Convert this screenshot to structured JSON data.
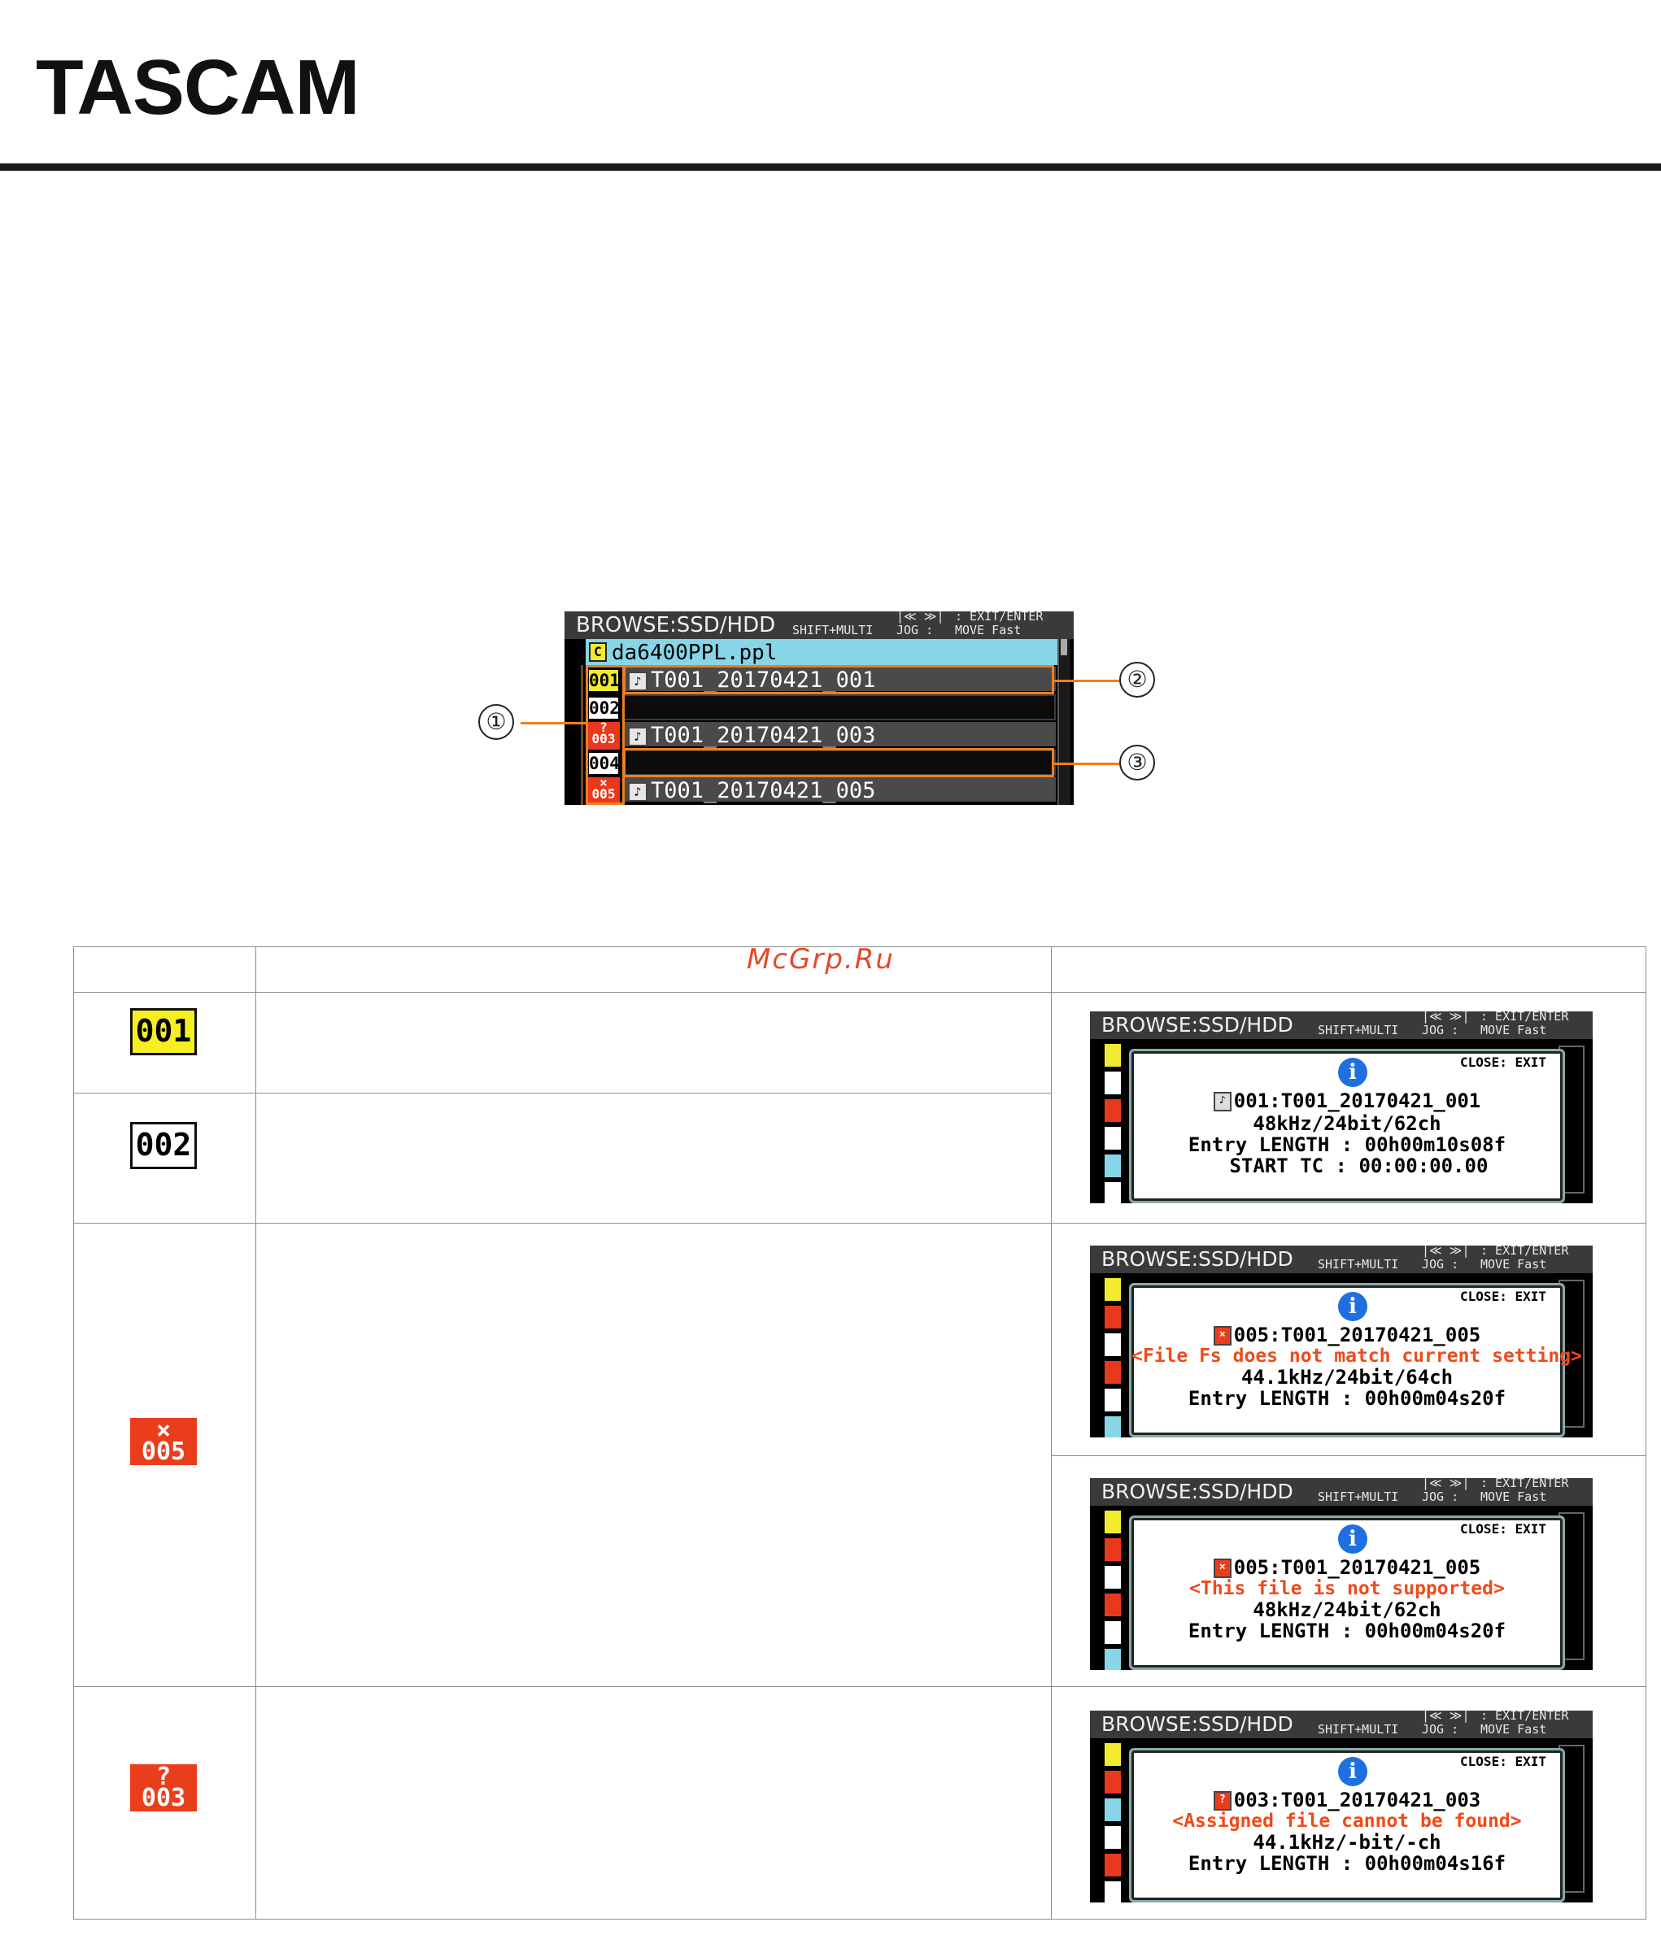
{
  "brand": {
    "logo": "TASCAM"
  },
  "watermark": "McGrp.Ru",
  "browse": {
    "title": "BROWSE:SSD/HDD",
    "shift": "SHIFT+MULTI",
    "nav": "|≪ ≫|",
    "jog": "JOG :",
    "exit": ": EXIT/ENTER",
    "move": "MOVE Fast",
    "folder_badge": "C",
    "folder": "da6400PPL.ppl",
    "entries": [
      {
        "num": "001",
        "name": "T001_20170421_001"
      },
      {
        "num": "002",
        "name": ""
      },
      {
        "num": "?\n003",
        "name": "T001_20170421_003"
      },
      {
        "num": "004",
        "name": ""
      },
      {
        "num": "×\n005",
        "name": "T001_20170421_005"
      }
    ],
    "note_glyph": "♪"
  },
  "callouts": [
    "①",
    "②",
    "③"
  ],
  "table": {
    "icons": [
      "001",
      "002",
      "×\n005",
      "?\n003"
    ]
  },
  "dialogs": [
    {
      "close": "CLOSE: EXIT",
      "lines": [
        "001:T001_20170421_001",
        "48kHz/24bit/62ch",
        "Entry LENGTH : 00h00m10s08f",
        "  START TC : 00:00:00.00"
      ],
      "error": ""
    },
    {
      "close": "CLOSE: EXIT",
      "lines": [
        "005:T001_20170421_005",
        "44.1kHz/24bit/64ch",
        "Entry LENGTH : 00h00m04s20f"
      ],
      "error": "<File Fs does not match current setting>"
    },
    {
      "close": "CLOSE: EXIT",
      "lines": [
        "005:T001_20170421_005",
        "48kHz/24bit/62ch",
        "Entry LENGTH : 00h00m04s20f"
      ],
      "error": "<This file is not supported>"
    },
    {
      "close": "CLOSE: EXIT",
      "lines": [
        "003:T001_20170421_003",
        "44.1kHz/-bit/-ch",
        "Entry LENGTH : 00h00m04s16f"
      ],
      "error": "<Assigned file cannot be found>"
    }
  ],
  "dialog_info_glyph": "i",
  "dialog_file_glyph": "♪",
  "dialog_bad_glyph": "×",
  "dialog_missing_glyph": "?",
  "colors": {
    "orange_highlight": "#f07d1e",
    "badge_yellow": "#f2ea2e",
    "badge_red": "#e8391e",
    "folder_cyan": "#86d6e8",
    "info_blue": "#1e6fe0",
    "error_text": "#f04a1a"
  }
}
